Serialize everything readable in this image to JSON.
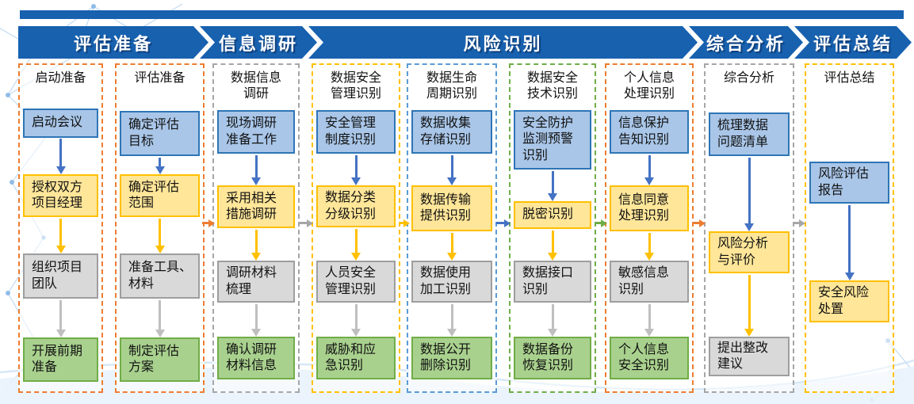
{
  "banner": {
    "bar_color": "#1761AF",
    "segments": [
      {
        "label": "评估准备"
      },
      {
        "label": "信息调研"
      },
      {
        "label": "风险识别"
      },
      {
        "label": "综合分析"
      },
      {
        "label": "评估总结"
      }
    ]
  },
  "columns": [
    {
      "title": "启动准备",
      "border_color": "#ED7D31",
      "boxes": [
        {
          "text": "启动会议",
          "type": "blue"
        },
        {
          "text": "授权双方\n项目经理",
          "type": "yellow"
        },
        {
          "text": "组织项目\n团队",
          "type": "gray"
        },
        {
          "text": "开展前期\n准备",
          "type": "green"
        }
      ]
    },
    {
      "title": "评估准备",
      "border_color": "#ED7D31",
      "boxes": [
        {
          "text": "确定评估\n目标",
          "type": "blue"
        },
        {
          "text": "确定评估\n范围",
          "type": "yellow"
        },
        {
          "text": "准备工具、\n材料",
          "type": "gray"
        },
        {
          "text": "制定评估\n方案",
          "type": "green"
        }
      ]
    },
    {
      "title": "数据信息\n调研",
      "border_color": "#A6A6A6",
      "boxes": [
        {
          "text": "现场调研\n准备工作",
          "type": "blue"
        },
        {
          "text": "采用相关\n措施调研",
          "type": "yellow"
        },
        {
          "text": "调研材料\n梳理",
          "type": "gray"
        },
        {
          "text": "确认调研\n材料信息",
          "type": "green"
        }
      ]
    },
    {
      "title": "数据安全\n管理识别",
      "border_color": "#FFC000",
      "boxes": [
        {
          "text": "安全管理\n制度识别",
          "type": "blue"
        },
        {
          "text": "数据分类\n分级识别",
          "type": "yellow"
        },
        {
          "text": "人员安全\n管理识别",
          "type": "gray"
        },
        {
          "text": "威胁和应\n急识别",
          "type": "green"
        }
      ]
    },
    {
      "title": "数据生命\n周期识别",
      "border_color": "#5B9BD5",
      "boxes": [
        {
          "text": "数据收集\n存储识别",
          "type": "blue"
        },
        {
          "text": "数据传输\n提供识别",
          "type": "yellow"
        },
        {
          "text": "数据使用\n加工识别",
          "type": "gray"
        },
        {
          "text": "数据公开\n删除识别",
          "type": "green"
        }
      ]
    },
    {
      "title": "数据安全\n技术识别",
      "border_color": "#70AD47",
      "boxes": [
        {
          "text": "安全防护\n监测预警\n识别",
          "type": "blue"
        },
        {
          "text": "脱密识别",
          "type": "yellow"
        },
        {
          "text": "数据接口\n识别",
          "type": "gray"
        },
        {
          "text": "数据备份\n恢复识别",
          "type": "green"
        }
      ]
    },
    {
      "title": "个人信息\n处理识别",
      "border_color": "#ED7D31",
      "boxes": [
        {
          "text": "信息保护\n告知识别",
          "type": "blue"
        },
        {
          "text": "信息同意\n处理识别",
          "type": "yellow"
        },
        {
          "text": "敏感信息\n识别",
          "type": "gray"
        },
        {
          "text": "个人信息\n安全识别",
          "type": "green"
        }
      ]
    },
    {
      "title": "综合分析",
      "border_color": "#A6A6A6",
      "boxes": [
        {
          "text": "梳理数据\n问题清单",
          "type": "blue"
        },
        {
          "text": "风险分析\n与评价",
          "type": "yellow"
        },
        {
          "text": "提出整改\n建议",
          "type": "gray"
        }
      ]
    },
    {
      "title": "评估总结",
      "border_color": "#FFC000",
      "boxes": [
        {
          "text": "风险评估\n报告",
          "type": "blue"
        },
        {
          "text": "安全风险\n处置",
          "type": "yellow"
        }
      ]
    }
  ],
  "colors": {
    "banner_blue": "#1761AF",
    "node_blue_fill": "#A9C6E8",
    "node_blue_border": "#2E75B6",
    "node_yellow_fill": "#FFE699",
    "node_yellow_border": "#FFC000",
    "node_gray_fill": "#D9D9D9",
    "node_gray_border": "#9E9E9E",
    "node_green_fill": "#A9D18E",
    "node_green_border": "#70AD47",
    "arrow_blue": "#4472C4",
    "arrow_yellow": "#FFC000",
    "arrow_gray_v": "#BFBFBF",
    "connector_orange": "#ED7D31",
    "connector_gray": "#A6A6A6",
    "connector_yellow": "#FFC000",
    "connector_blue": "#4472C4",
    "connector_green": "#70AD47"
  }
}
